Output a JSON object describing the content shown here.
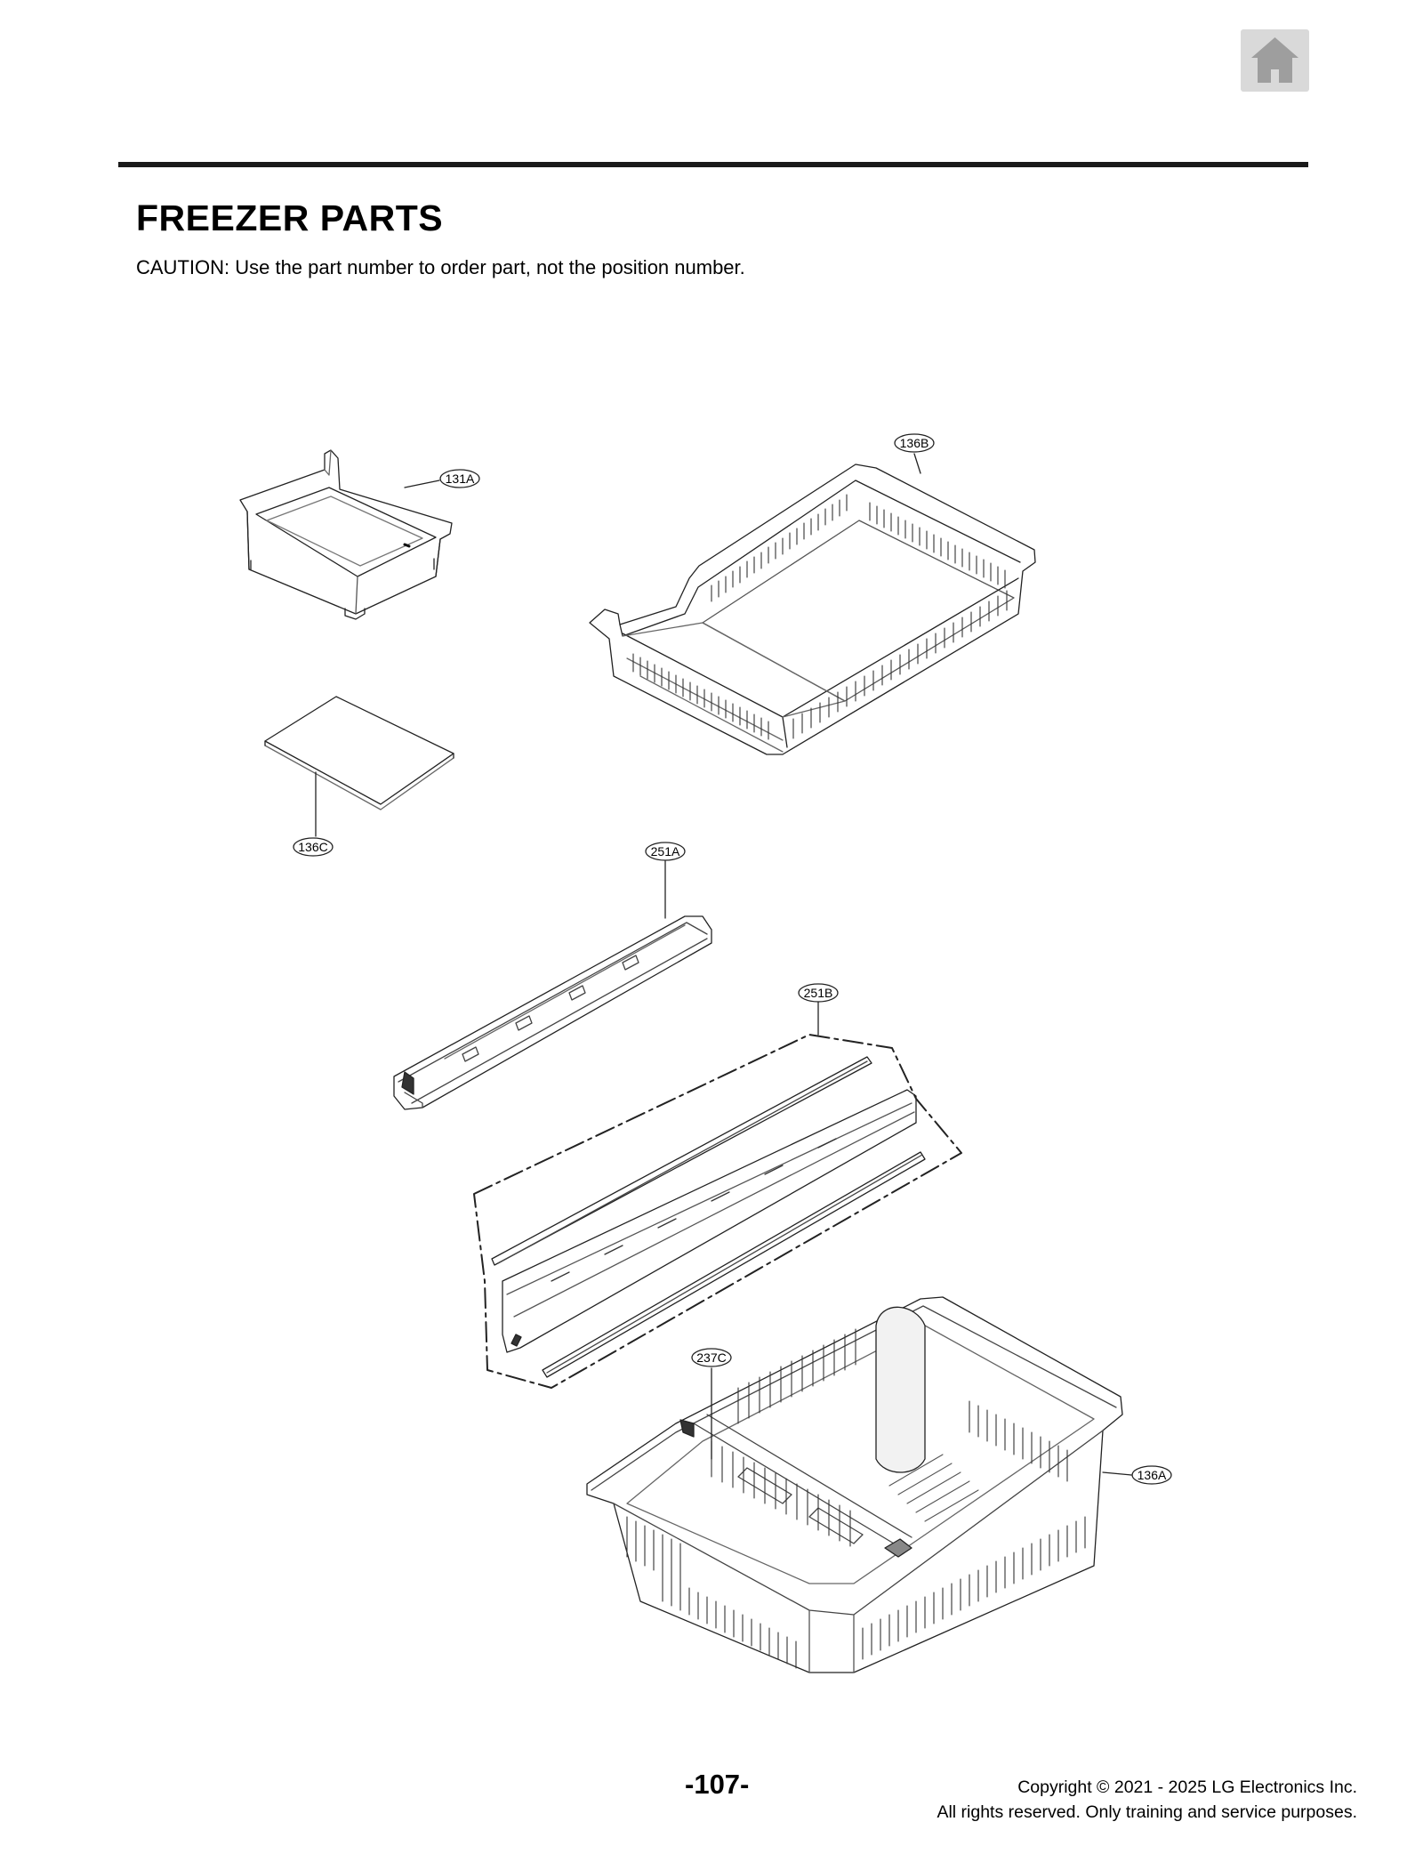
{
  "header": {
    "home_icon": "home-icon",
    "home_color": "#9e9e9e"
  },
  "title": "FREEZER PARTS",
  "caution": "CAUTION: Use the part number to order part, not the position number.",
  "callouts": {
    "c131A": "131A",
    "c136B": "136B",
    "c136C": "136C",
    "c251A": "251A",
    "c251B": "251B",
    "c237C": "237C",
    "c136A": "136A"
  },
  "footer": {
    "page_number": "-107-",
    "copyright_line1": "Copyright © 2021 - 2025 LG Electronics Inc.",
    "copyright_line2": "All rights reserved. Only training and service purposes."
  }
}
